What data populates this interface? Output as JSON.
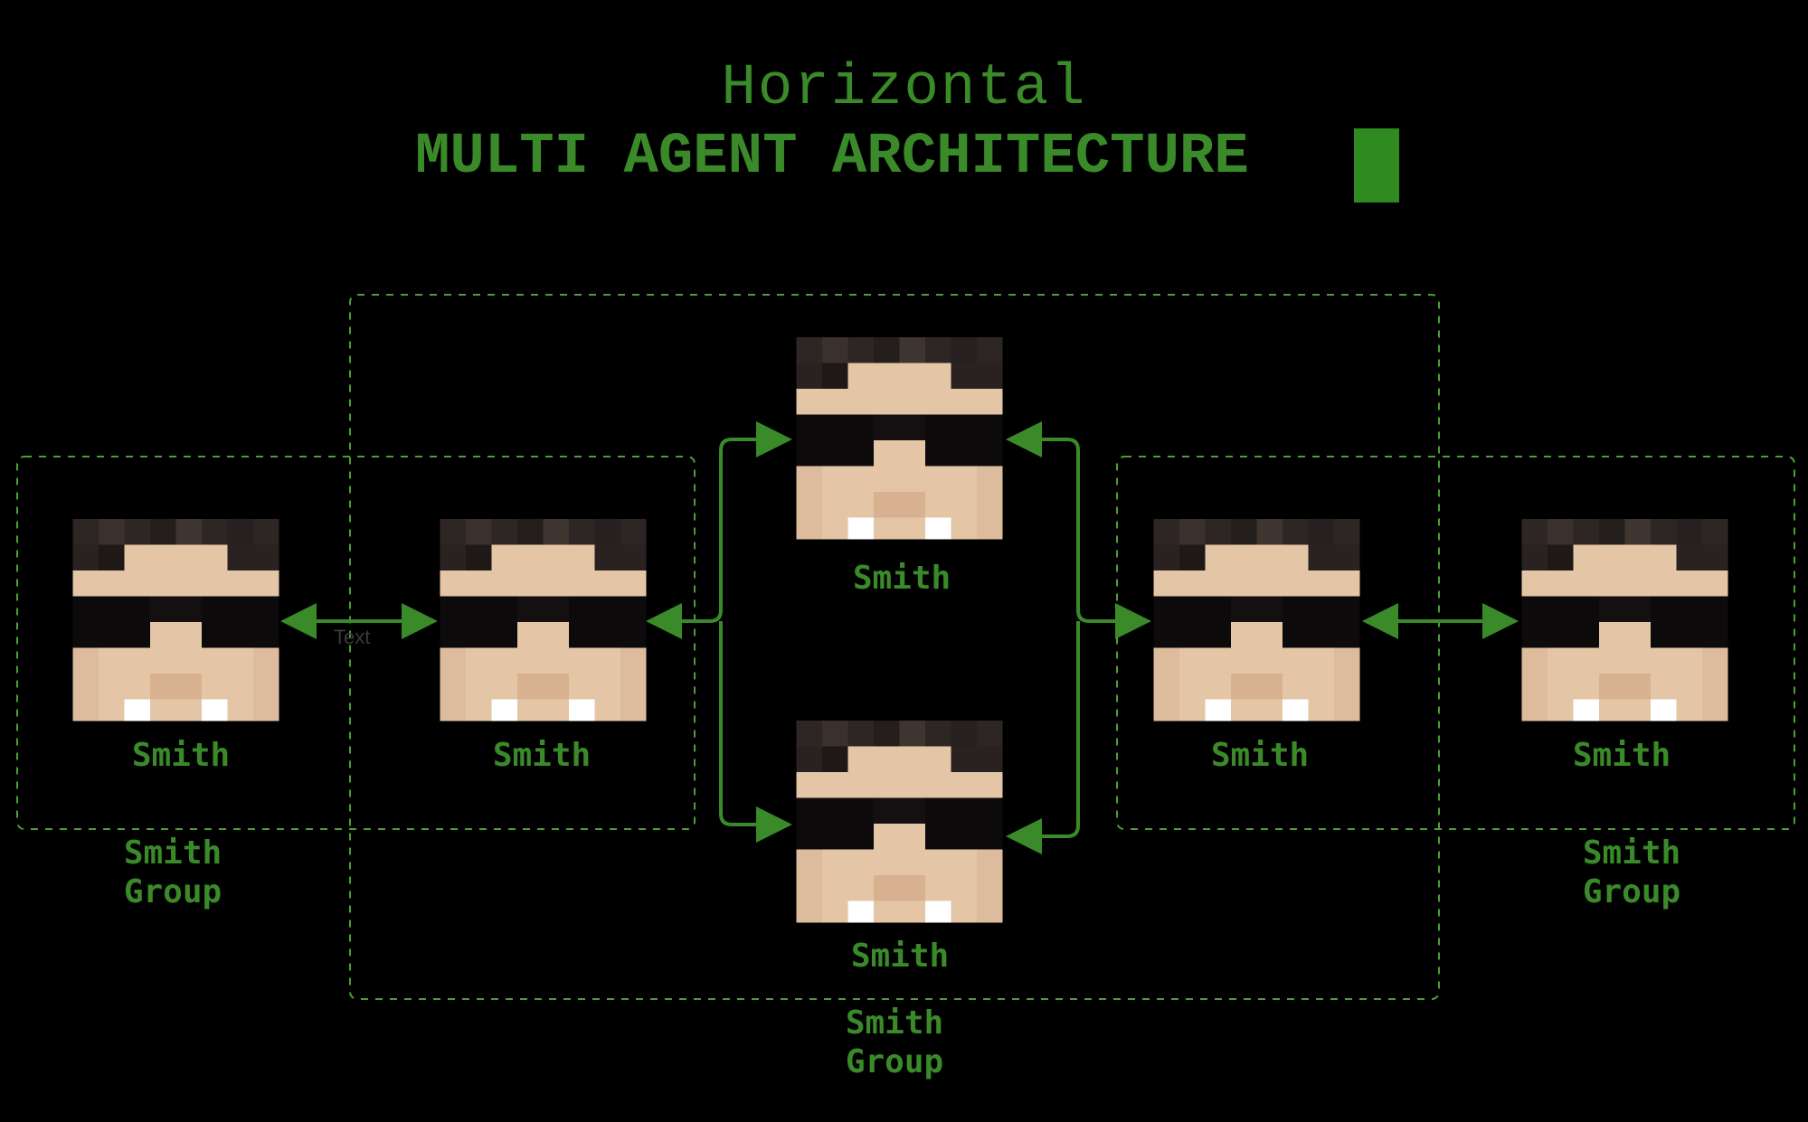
{
  "title": {
    "line1": "Horizontal",
    "line2": "MULTI AGENT ARCHITECTURE"
  },
  "colors": {
    "accent": "#3a8a2a",
    "dashed_border": "#4aa032",
    "background": "#000000",
    "hair": "#2e2624",
    "skin": "#e4c6a6",
    "glasses": "#0c0a0b"
  },
  "agents": [
    {
      "label": "Smith"
    },
    {
      "label": "Smith"
    },
    {
      "label": "Smith"
    },
    {
      "label": "Smith"
    },
    {
      "label": "Smith"
    },
    {
      "label": "Smith"
    }
  ],
  "groups": [
    {
      "label_line1": "Smith",
      "label_line2": "Group"
    },
    {
      "label_line1": "Smith",
      "label_line2": "Group"
    },
    {
      "label_line1": "Smith",
      "label_line2": "Group"
    }
  ],
  "edge_label": "Text"
}
